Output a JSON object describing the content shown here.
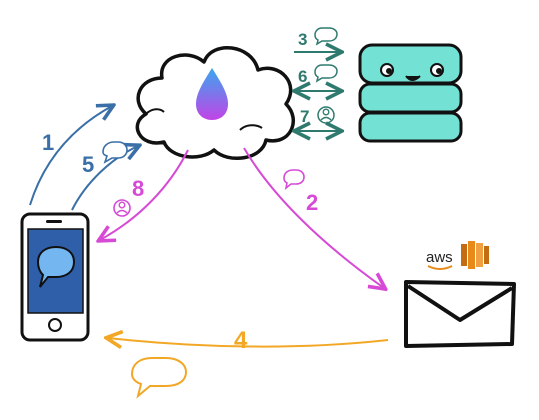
{
  "colors": {
    "blue": "#3a6fa8",
    "magenta": "#d64ad6",
    "orange": "#f2a826",
    "teal": "#2f7a6e",
    "db_fill": "#74e1d5",
    "drop_top": "#3aa6ef",
    "drop_bottom": "#c244e6",
    "phone_screen": "#2f5fa8",
    "aws_orange": "#e88a1a"
  },
  "steps": {
    "s1": "1",
    "s2": "2",
    "s3": "3",
    "s4": "4",
    "s5": "5",
    "s6": "6",
    "s7": "7",
    "s8": "8"
  },
  "aws": {
    "label": "aws"
  },
  "icons": {
    "cloud": "cloud-icon",
    "database": "database-icon",
    "phone": "phone-icon",
    "envelope": "envelope-icon",
    "message": "speech-bubble-icon",
    "user": "user-icon",
    "drop": "drop-icon"
  }
}
